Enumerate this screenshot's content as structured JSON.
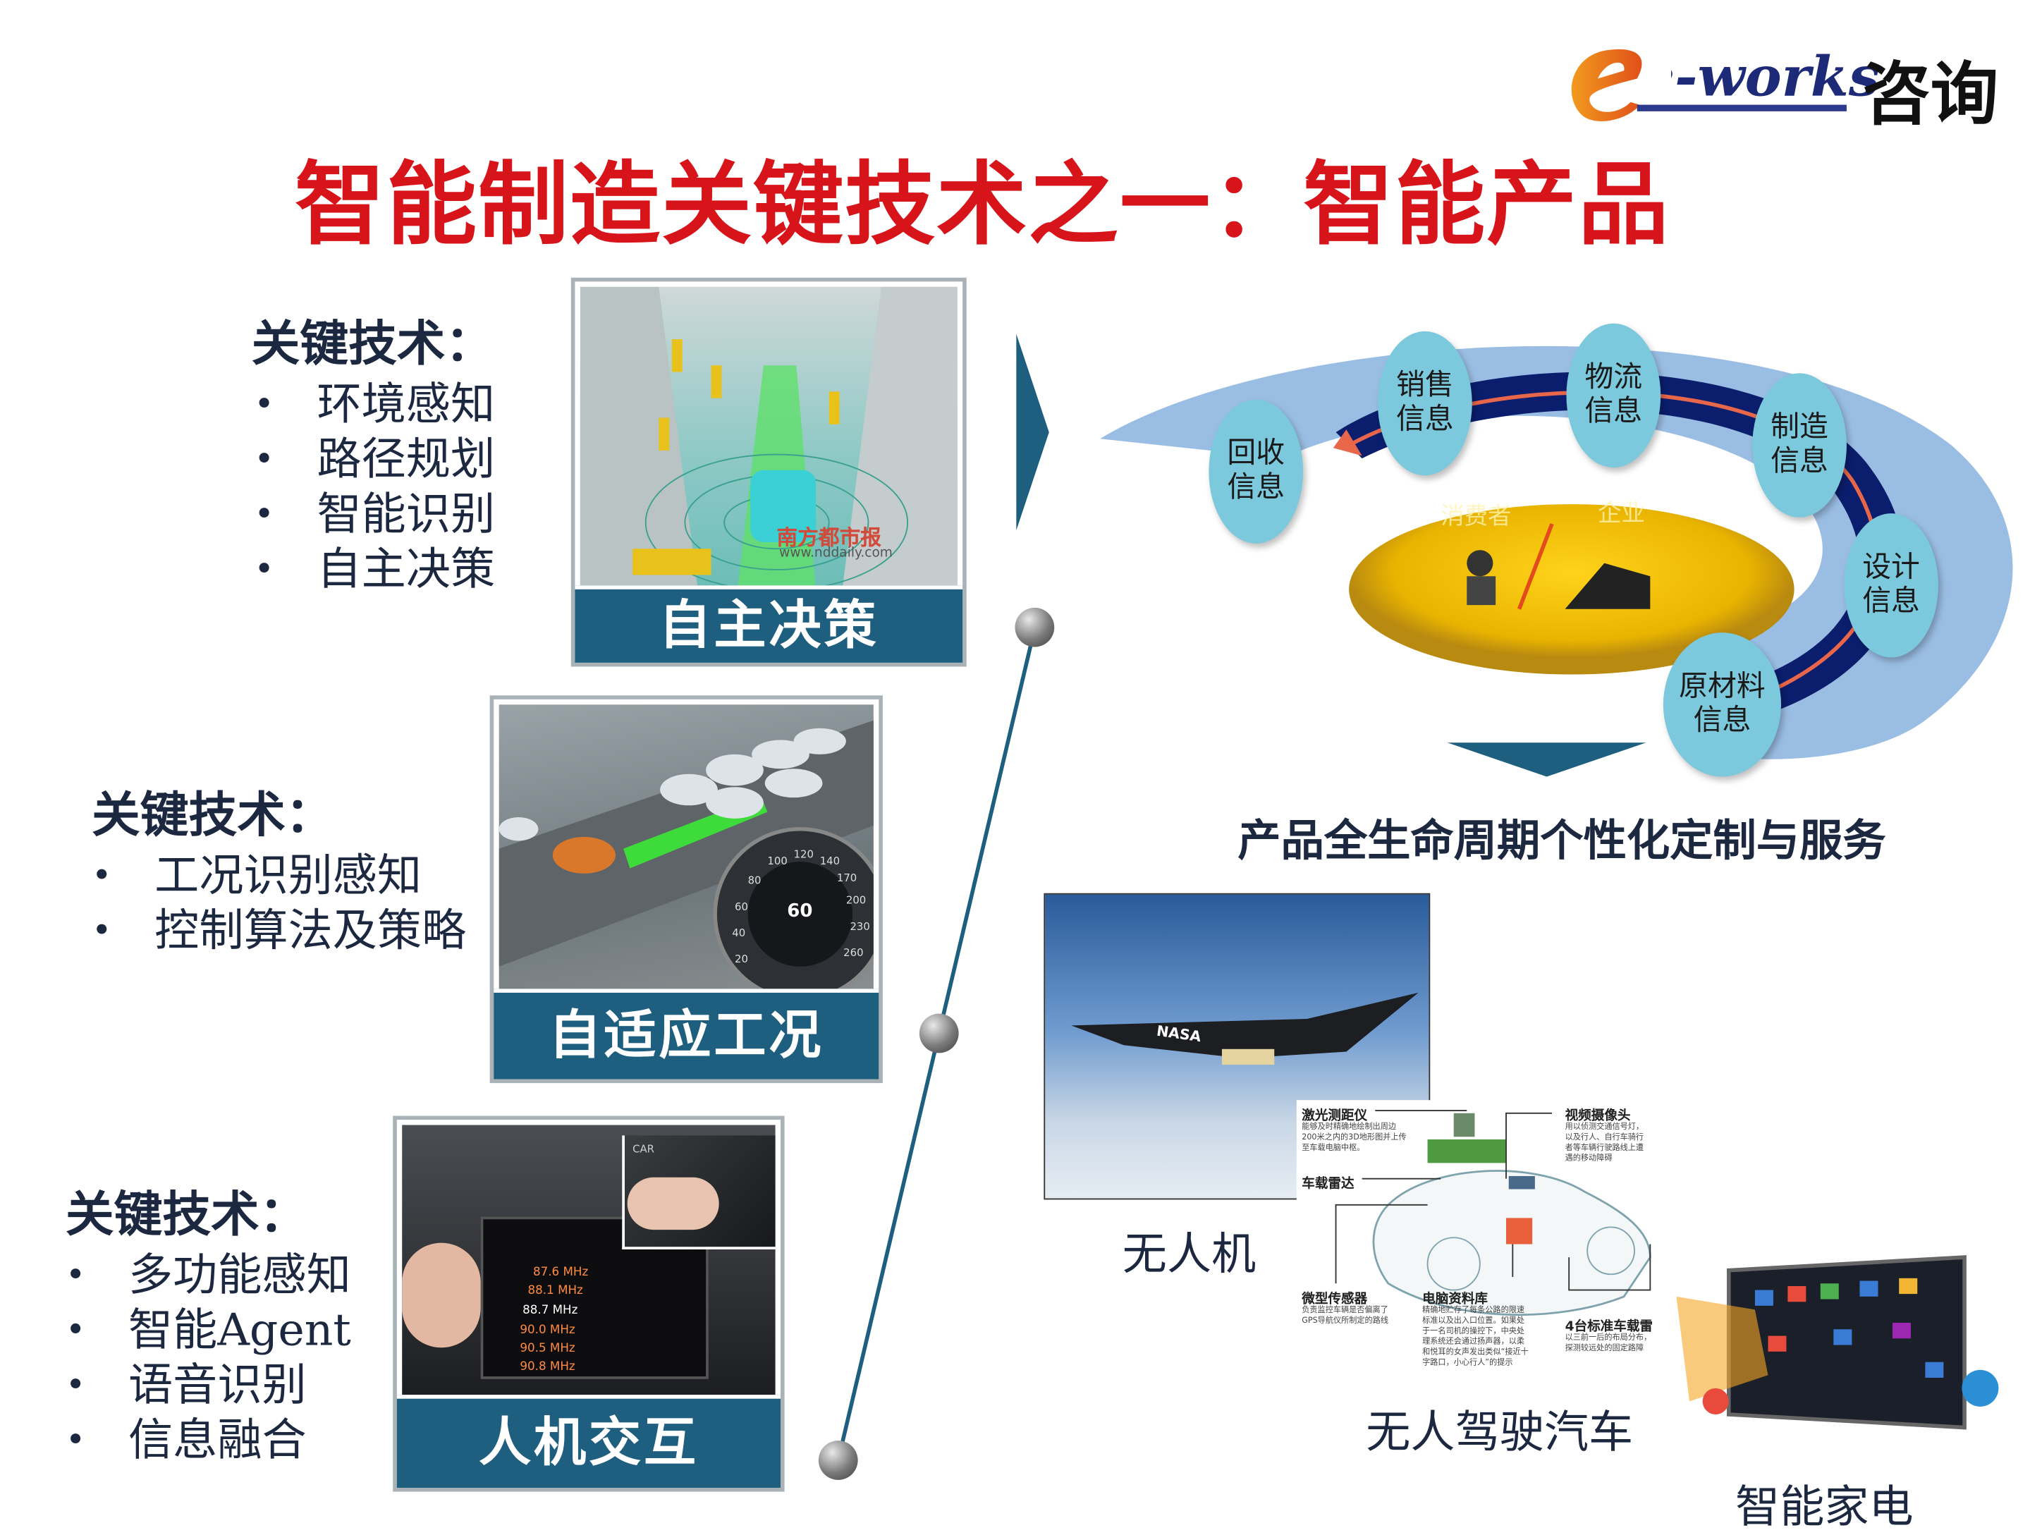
{
  "logo": {
    "brand": "e-works",
    "chinese": "咨询"
  },
  "title": "智能制造关键技术之一：智能产品",
  "colors": {
    "title": "#d7141a",
    "caption_bar": "#1e5f7f",
    "text": "#1c2740",
    "bubble": "#7cc8dc",
    "ring": "#0b1e6e"
  },
  "blocks": [
    {
      "heading": "关键技术：",
      "items": [
        "环境感知",
        "路径规划",
        "智能识别",
        "自主决策"
      ],
      "caption": "自主决策",
      "image_text": [
        "南方都市报",
        "www.nddaily.com"
      ]
    },
    {
      "heading": "关键技术：",
      "items": [
        "工况识别感知",
        "控制算法及策略"
      ],
      "caption": "自适应工况",
      "image_text": [
        "60",
        "20",
        "40",
        "60",
        "80",
        "100",
        "120",
        "140",
        "170",
        "200",
        "230",
        "260"
      ]
    },
    {
      "heading": "关键技术：",
      "items": [
        "多功能感知",
        "智能Agent",
        "语音识别",
        "信息融合"
      ],
      "caption": "人机交互",
      "image_text": [
        "87.6 MHz",
        "88.1 MHz",
        "88.7 MHz",
        "90.0 MHz",
        "90.5 MHz",
        "90.8 MHz",
        "CAR"
      ]
    }
  ],
  "lifecycle": {
    "bubbles": [
      "回收信息",
      "销售信息",
      "物流信息",
      "制造信息",
      "设计信息",
      "原材料信息"
    ],
    "center": {
      "left": "消费者",
      "right": "企业"
    },
    "caption": "产品全生命周期个性化定制与服务"
  },
  "products": {
    "drone": {
      "label": "无人机",
      "image_text": "NASA"
    },
    "car": {
      "label": "无人驾驶汽车",
      "parts": [
        {
          "name": "激光测距仪",
          "desc": "能够及时精确地绘制出周边200米之内的3D地形图并上传至车载电脑中枢。"
        },
        {
          "name": "视频摄像头",
          "desc": "用以侦测交通信号灯，以及行人、自行车骑行者等车辆行驶路线上遭遇的移动障碍"
        },
        {
          "name": "车载雷达",
          "desc": ""
        },
        {
          "name": "微型传感器",
          "desc": "负责监控车辆是否偏离了GPS导航仪所制定的路线"
        },
        {
          "name": "电脑资料库",
          "desc": "精确地贮存了每条公路的限速标准以及出入口位置。如果处于一名司机的操控下，中央处理系统还会通过扬声器，以柔和悦耳的女声发出类似“接近十字路口，小心行人”的提示"
        },
        {
          "name": "4台标准车载雷",
          "desc": "以三前一后的布局分布，探测较远处的固定路障"
        }
      ]
    },
    "appliance": {
      "label": "智能家电"
    }
  }
}
